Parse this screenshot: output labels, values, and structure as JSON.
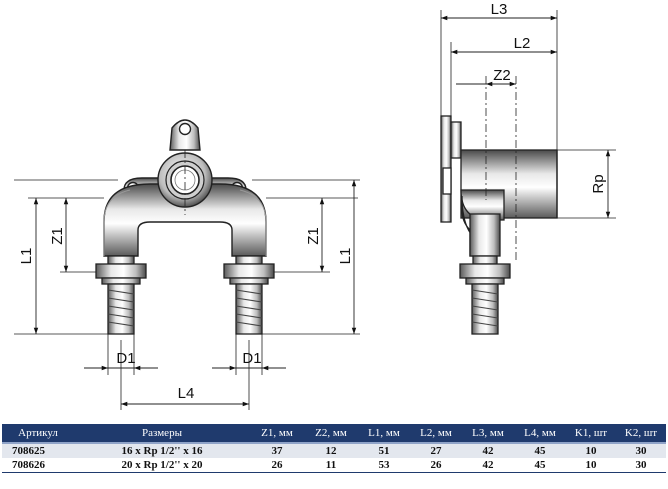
{
  "drawing": {
    "front_view": {
      "dim_z1_left": "Z1",
      "dim_z1_right": "Z1",
      "dim_l1_left": "L1",
      "dim_l1_right": "L1",
      "dim_d1_left": "D1",
      "dim_d1_right": "D1",
      "dim_l4": "L4"
    },
    "side_view": {
      "dim_l3": "L3",
      "dim_l2": "L2",
      "dim_z2": "Z2",
      "dim_rp": "Rp"
    }
  },
  "table": {
    "headers": [
      "Артикул",
      "Размеры",
      "Z1, мм",
      "Z2, мм",
      "L1, мм",
      "L2, мм",
      "L3, мм",
      "L4, мм",
      "K1, шт",
      "K2, шт"
    ],
    "rows": [
      [
        "708625",
        "16 x Rp 1/2'' x 16",
        "37",
        "12",
        "51",
        "27",
        "42",
        "45",
        "10",
        "30"
      ],
      [
        "708626",
        "20 x Rp 1/2'' x 20",
        "26",
        "11",
        "53",
        "26",
        "42",
        "45",
        "10",
        "30"
      ]
    ]
  }
}
